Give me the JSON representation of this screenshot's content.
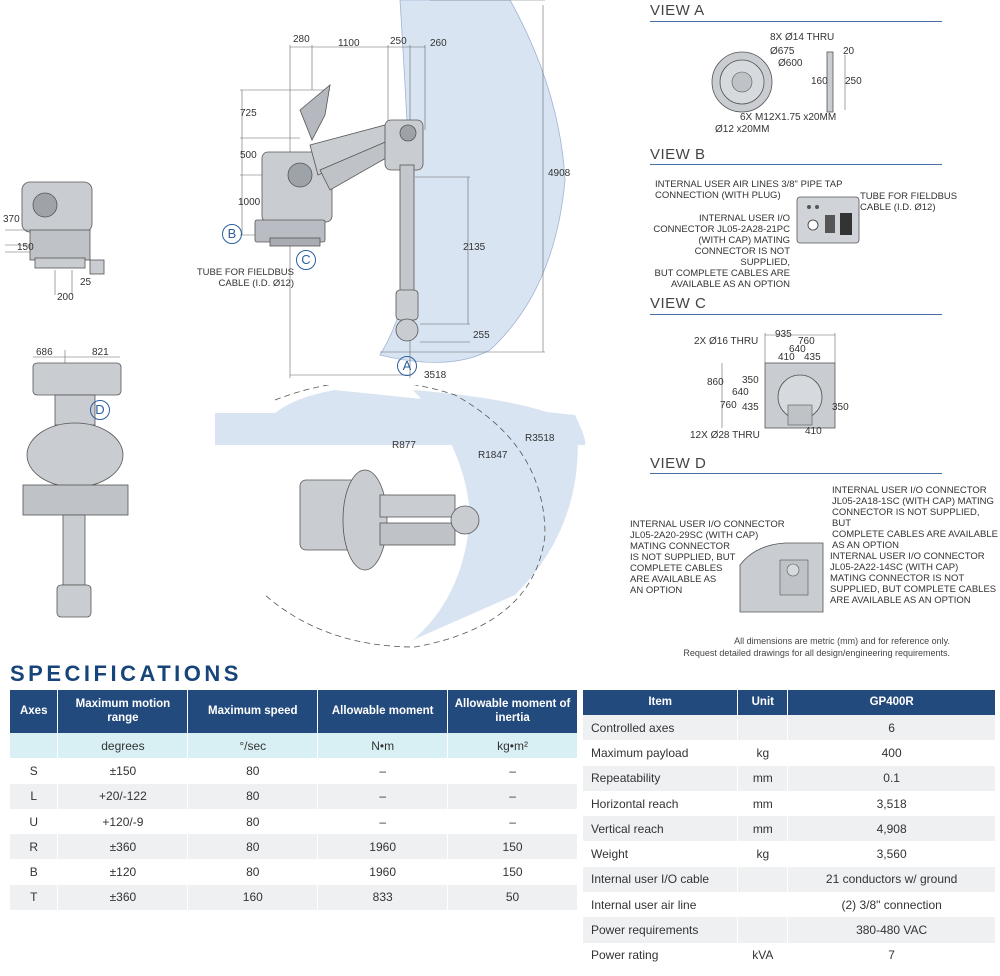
{
  "drawings": {
    "side_dims": {
      "d280": "280",
      "d1100": "1100",
      "d250": "250",
      "d260": "260",
      "d725": "725",
      "d500": "500",
      "d1000": "1000",
      "d4908": "4908",
      "d2135": "2135",
      "d255": "255",
      "d3518": "3518"
    },
    "left_dims": {
      "d370": "370",
      "d150": "150",
      "d25": "25",
      "d200": "200"
    },
    "front_dims": {
      "d686": "686",
      "d821": "821"
    },
    "top_dims": {
      "r877": "R877",
      "r1847": "R1847",
      "r3518": "R3518"
    },
    "markers": {
      "a": "A",
      "b": "B",
      "c": "C",
      "d": "D"
    },
    "tube_note": [
      "TUBE FOR FIELDBUS",
      "CABLE (I.D. Ø12)"
    ]
  },
  "views": {
    "a": {
      "title": "VIEW A",
      "labels": {
        "thru": "8X Ø14 THRU",
        "d675": "Ø675",
        "d600": "Ø600",
        "m12": "6X M12X1.75 x20MM",
        "d12": "Ø12 x20MM",
        "d20": "20",
        "d160": "160",
        "d250": "250"
      }
    },
    "b": {
      "title": "VIEW B",
      "air_note": [
        "INTERNAL USER AIR LINES 3/8\" PIPE TAP",
        "CONNECTION (WITH PLUG)"
      ],
      "io_note": [
        "INTERNAL USER I/O",
        "CONNECTOR JL05-2A28-21PC",
        "(WITH CAP) MATING",
        "CONNECTOR IS NOT SUPPLIED,",
        "BUT COMPLETE CABLES ARE",
        "AVAILABLE AS AN OPTION"
      ],
      "tube_note": [
        "TUBE FOR FIELDBUS",
        "CABLE (I.D. Ø12)"
      ]
    },
    "c": {
      "title": "VIEW C",
      "labels": {
        "d16": "2X Ø16 THRU",
        "d28": "12X Ø28 THRU",
        "d935": "935",
        "d760t": "760",
        "d640t": "640",
        "d410t": "410",
        "d435t": "435",
        "d860": "860",
        "d350l": "350",
        "d640l": "640",
        "d760l": "760",
        "d435l": "435",
        "d350r": "350",
        "d410b": "410"
      }
    },
    "d": {
      "title": "VIEW D",
      "note_left": [
        "INTERNAL USER I/O CONNECTOR",
        "JL05-2A20-29SC (WITH CAP)",
        "MATING CONNECTOR",
        "IS NOT SUPPLIED, BUT",
        "COMPLETE CABLES",
        "ARE AVAILABLE AS",
        "AN OPTION"
      ],
      "note_right_top": [
        "INTERNAL USER I/O CONNECTOR",
        "JL05-2A18-1SC (WITH CAP) MATING",
        "CONNECTOR IS NOT SUPPLIED, BUT",
        "COMPLETE CABLES ARE AVAILABLE",
        "AS AN OPTION"
      ],
      "note_right_bottom": [
        "INTERNAL USER I/O CONNECTOR",
        "JL05-2A22-14SC (WITH CAP)",
        "MATING CONNECTOR IS NOT",
        "SUPPLIED, BUT COMPLETE CABLES",
        "ARE AVAILABLE AS AN OPTION"
      ]
    }
  },
  "footnote": [
    "All dimensions are metric (mm) and for reference only.",
    "Request detailed drawings for all design/engineering requirements."
  ],
  "specs": {
    "title": "SPECIFICATIONS",
    "axes_table": {
      "headers": [
        "Axes",
        "Maximum motion range",
        "Maximum speed",
        "Allowable moment",
        "Allowable moment of inertia"
      ],
      "units": [
        "",
        "degrees",
        "°/sec",
        "N•m",
        "kg•m²"
      ],
      "rows": [
        [
          "S",
          "±150",
          "80",
          "–",
          "–"
        ],
        [
          "L",
          "+20/-122",
          "80",
          "–",
          "–"
        ],
        [
          "U",
          "+120/-9",
          "80",
          "–",
          "–"
        ],
        [
          "R",
          "±360",
          "80",
          "1960",
          "150"
        ],
        [
          "B",
          "±120",
          "80",
          "1960",
          "150"
        ],
        [
          "T",
          "±360",
          "160",
          "833",
          "50"
        ]
      ]
    },
    "item_table": {
      "headers": [
        "Item",
        "Unit",
        "GP400R"
      ],
      "rows": [
        [
          "Controlled axes",
          "",
          "6"
        ],
        [
          "Maximum payload",
          "kg",
          "400"
        ],
        [
          "Repeatability",
          "mm",
          "0.1"
        ],
        [
          "Horizontal reach",
          "mm",
          "3,518"
        ],
        [
          "Vertical reach",
          "mm",
          "4,908"
        ],
        [
          "Weight",
          "kg",
          "3,560"
        ],
        [
          "Internal user I/O cable",
          "",
          "21 conductors w/ ground"
        ],
        [
          "Internal user air line",
          "",
          "(2) 3/8\" connection"
        ],
        [
          "Power requirements",
          "",
          "380-480 VAC"
        ],
        [
          "Power rating",
          "kVA",
          "7"
        ]
      ]
    }
  }
}
